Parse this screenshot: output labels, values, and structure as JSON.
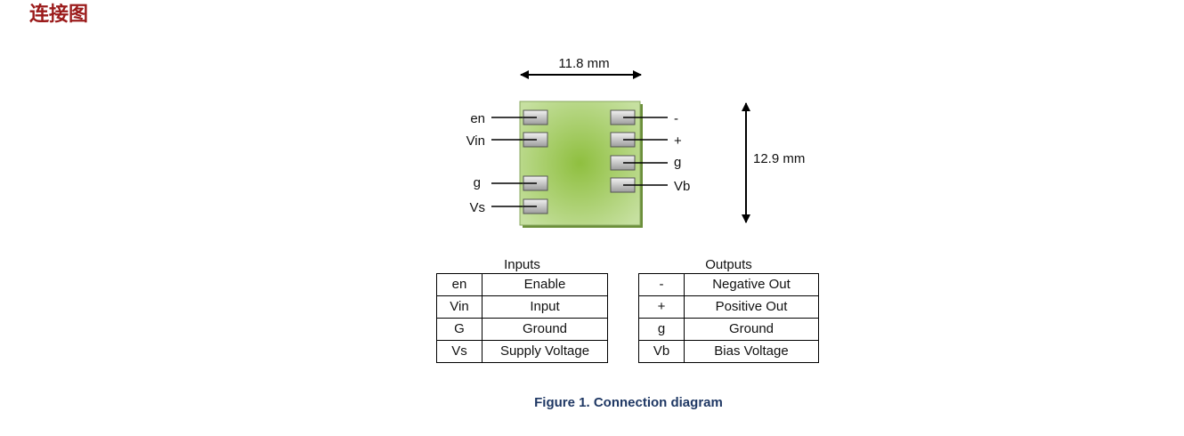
{
  "heading": "连接图",
  "dimensions": {
    "width": "11.8 mm",
    "height": "12.9 mm"
  },
  "pins": {
    "left": [
      "en",
      "Vin",
      "g",
      "Vs"
    ],
    "right": [
      "-",
      "+",
      "g",
      "Vb"
    ]
  },
  "colors": {
    "heading": "#9b1b1b",
    "chip": "#9dc45a",
    "caption": "#1f3864"
  },
  "inputs_table": {
    "title": "Inputs",
    "rows": [
      {
        "symbol": "en",
        "description": "Enable"
      },
      {
        "symbol": "Vin",
        "description": "Input"
      },
      {
        "symbol": "G",
        "description": "Ground"
      },
      {
        "symbol": "Vs",
        "description": "Supply Voltage"
      }
    ]
  },
  "outputs_table": {
    "title": "Outputs",
    "rows": [
      {
        "symbol": "-",
        "description": "Negative Out"
      },
      {
        "symbol": "+",
        "description": "Positive Out"
      },
      {
        "symbol": "g",
        "description": "Ground"
      },
      {
        "symbol": "Vb",
        "description": "Bias Voltage"
      }
    ]
  },
  "figure_caption": "Figure 1. Connection diagram"
}
